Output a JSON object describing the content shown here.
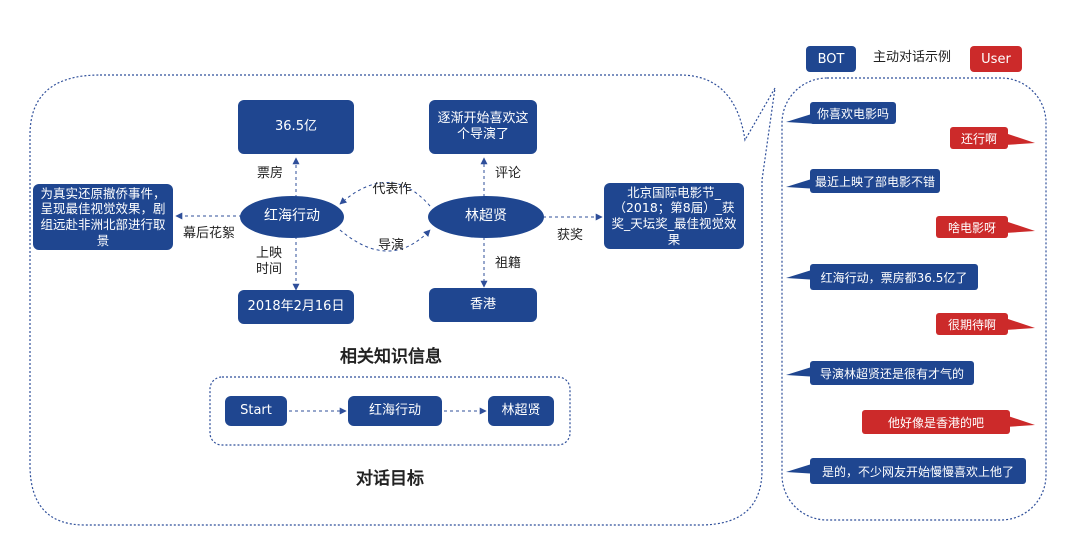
{
  "diagram": {
    "knowledge_title": "相关知识信息",
    "goal_title": "对话目标",
    "nodes": {
      "box_office_value": "36.5亿",
      "review_value": "逐渐开始喜欢这个导演了",
      "trivia_value": "为真实还原撤侨事件，呈现最佳视觉效果，剧组远赴非洲北部进行取景",
      "movie": "红海行动",
      "director": "林超贤",
      "award_value": "北京国际电影节_（2018；第8届）_获奖_天坛奖_最佳视觉效果",
      "release_date": "2018年2月16日",
      "birthplace": "香港"
    },
    "edges": {
      "box_office": "票房",
      "review": "评论",
      "trivia": "幕后花絮",
      "representative_work": "代表作",
      "director": "导演",
      "award": "获奖",
      "release_time": "上映时间",
      "origin": "祖籍"
    },
    "goal_path": [
      "Start",
      "红海行动",
      "林超贤"
    ]
  },
  "chat": {
    "title": "主动对话示例",
    "bot_label": "BOT",
    "user_label": "User",
    "messages": [
      {
        "role": "bot",
        "text": "你喜欢电影吗"
      },
      {
        "role": "user",
        "text": "还行啊"
      },
      {
        "role": "bot",
        "text": "最近上映了部电影不错"
      },
      {
        "role": "user",
        "text": "啥电影呀"
      },
      {
        "role": "bot",
        "text": "红海行动，票房都36.5亿了"
      },
      {
        "role": "user",
        "text": "很期待啊"
      },
      {
        "role": "bot",
        "text": "导演林超贤还是很有才气的"
      },
      {
        "role": "user",
        "text": "他好像是香港的吧"
      },
      {
        "role": "bot",
        "text": "是的，不少网友开始慢慢喜欢上他了"
      }
    ]
  },
  "colors": {
    "node": "#1f4690",
    "user": "#cc2a2a",
    "line": "#2f4f9a"
  }
}
